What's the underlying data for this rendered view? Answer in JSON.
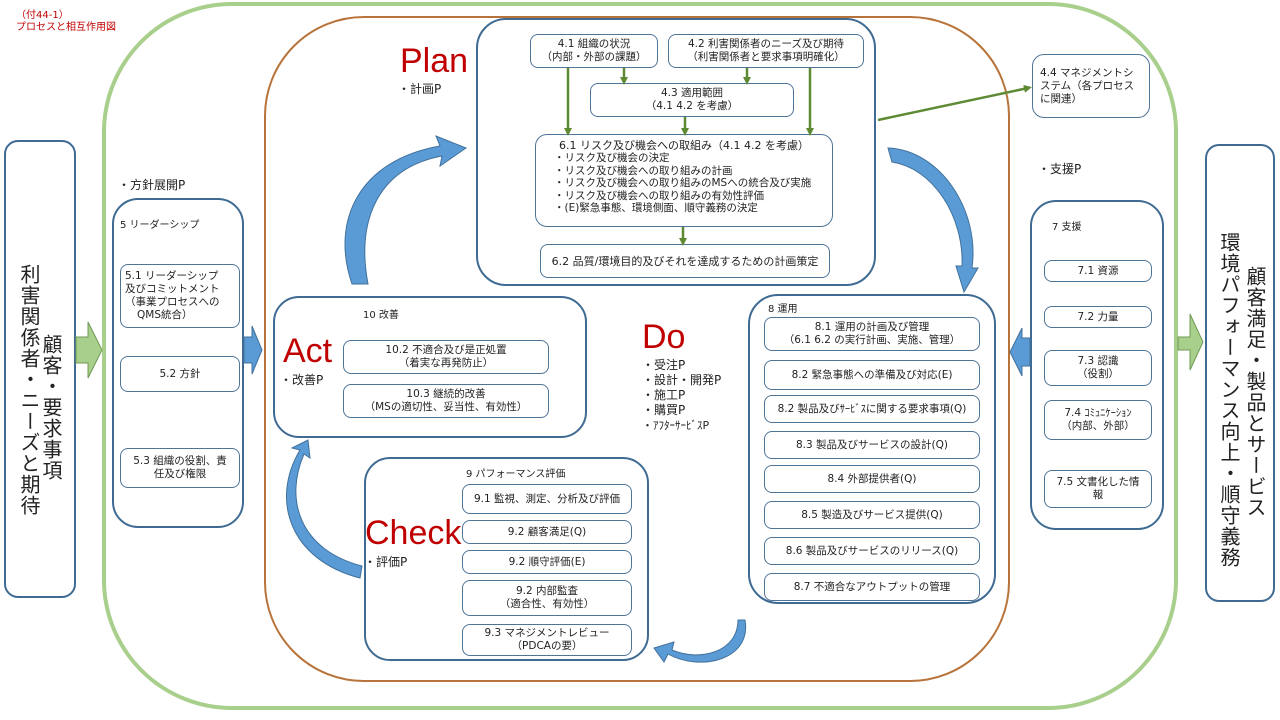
{
  "caption": {
    "line1": "（付44-1）",
    "line2": "プロセスと相互作用図"
  },
  "left_input": {
    "col1": "利害関係者・ニーズと期待",
    "col2": "顧客・要求事項"
  },
  "right_output": {
    "col1": "顧客満足・製品とサービス",
    "col2": "環境パフォーマンス向上・順守義務"
  },
  "policy": {
    "label": "・方針展開P",
    "panel_title": "5 リーダーシップ",
    "items": [
      {
        "line1": "5.1 リーダーシップ",
        "line2": "及びコミットメント",
        "line3": "（事業プロセスへの",
        "line4": "QMS統合）"
      },
      {
        "line1": "5.2 方針"
      },
      {
        "line1": "5.3 組織の役割、責",
        "line2": "任及び権限"
      }
    ]
  },
  "plan": {
    "title": "Plan",
    "sub": "・計画P",
    "box_4_1": {
      "line1": "4.1 組織の状況",
      "line2": "（内部・外部の課題）"
    },
    "box_4_2": {
      "line1": "4.2 利害関係者のニーズ及び期待",
      "line2": "（利害関係者と要求事項明確化）"
    },
    "box_4_3": {
      "line1": "4.3 適用範囲",
      "line2": "（4.1 4.2 を考慮）"
    },
    "box_6_1": {
      "title": "6.1 リスク及び機会への取組み（4.1 4.2 を考慮）",
      "bullets": [
        "・リスク及び機会の決定",
        "・リスク及び機会への取り組みの計画",
        "・リスク及び機会への取り組みのMSへの統合及び実施",
        "・リスク及び機会への取り組みの有効性評価",
        "・(E)緊急事態、環境側面、順守義務の決定"
      ]
    },
    "box_6_2": "6.2 品質/環境目的及びそれを達成するための計画策定"
  },
  "box_4_4": {
    "line1": "4.4 マネジメントシ",
    "line2": "ステム（各プロセス",
    "line3": "に関連）"
  },
  "support": {
    "label": "・支援P",
    "panel_title": "7 支援",
    "items": [
      {
        "line1": "7.1 資源"
      },
      {
        "line1": "7.2 力量"
      },
      {
        "line1": "7.3 認識",
        "line2": "（役割）"
      },
      {
        "line1": "7.4 ｺﾐｭﾆｹｰｼｮﾝ",
        "line2": "（内部、外部）"
      },
      {
        "line1": "7.5 文書化した情",
        "line2": "報"
      }
    ]
  },
  "act": {
    "title": "Act",
    "sub": "・改善P",
    "panel_title": "10 改善",
    "items": [
      {
        "line1": "10.2 不適合及び是正処置",
        "line2": "（着実な再発防止）"
      },
      {
        "line1": "10.3 継続的改善",
        "line2": "（MSの適切性、妥当性、有効性）"
      }
    ]
  },
  "do": {
    "title": "Do",
    "subs": [
      "・受注P",
      "・設計・開発P",
      "・施工P",
      "・購買P",
      "・ｱﾌﾀｰｻｰﾋﾞｽP"
    ],
    "panel_title": "8 運用",
    "items": [
      {
        "line1": "8.1 運用の計画及び管理",
        "line2": "（6.1 6.2 の実行計画、実施、管理）"
      },
      {
        "line1": "8.2 緊急事態への準備及び対応(E)"
      },
      {
        "line1": "8.2 製品及びｻｰﾋﾞｽに関する要求事項(Q)"
      },
      {
        "line1": "8.3 製品及びサービスの設計(Q)"
      },
      {
        "line1": "8.4 外部提供者(Q)"
      },
      {
        "line1": "8.5 製造及びサービス提供(Q)"
      },
      {
        "line1": "8.6 製品及びサービスのリリース(Q)"
      },
      {
        "line1": "8.7 不適合なアウトプットの管理"
      }
    ]
  },
  "check": {
    "title": "Check",
    "sub": "・評価P",
    "panel_title": "9 パフォーマンス評価",
    "items": [
      {
        "line1": "9.1 監視、測定、分析及び評価"
      },
      {
        "line1": "9.2 顧客満足(Q)"
      },
      {
        "line1": "9.2 順守評価(E)"
      },
      {
        "line1": "9.2 内部監査",
        "line2": "（適合性、有効性）"
      },
      {
        "line1": "9.3 マネジメントレビュー",
        "line2": "（PDCAの要）"
      }
    ]
  },
  "colors": {
    "title_red": "#c00000",
    "box_border": "#3f6b93",
    "green_frame": "#a9cf8c",
    "orange_frame": "#b8733a",
    "blue_arrow": "#5b9bd5",
    "green_arrow": "#5e8a34"
  }
}
